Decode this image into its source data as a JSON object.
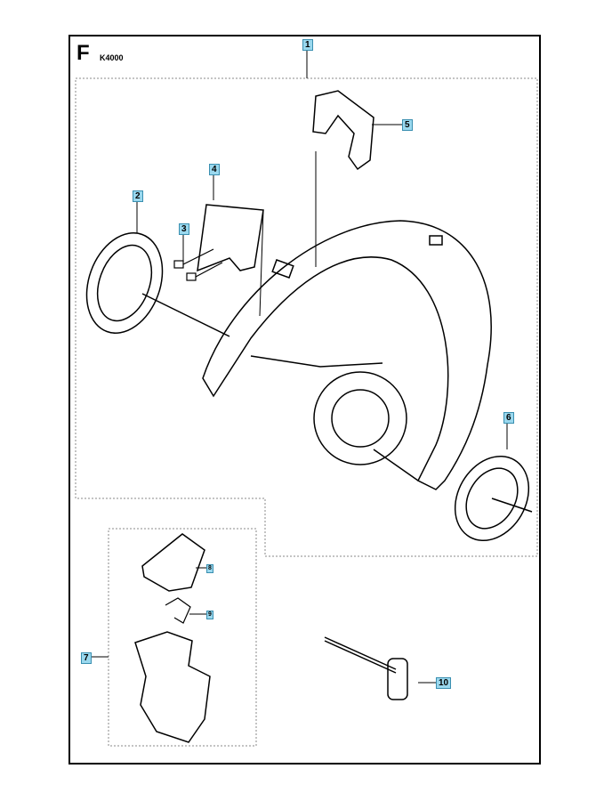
{
  "header": {
    "section": "F",
    "model": "K4000"
  },
  "callouts": [
    "1",
    "2",
    "3",
    "4",
    "5",
    "6",
    "7",
    "8",
    "9",
    "10"
  ],
  "colors": {
    "callout_bg": "#9ad8ee",
    "frame": "#000000",
    "dash": "#888888"
  }
}
